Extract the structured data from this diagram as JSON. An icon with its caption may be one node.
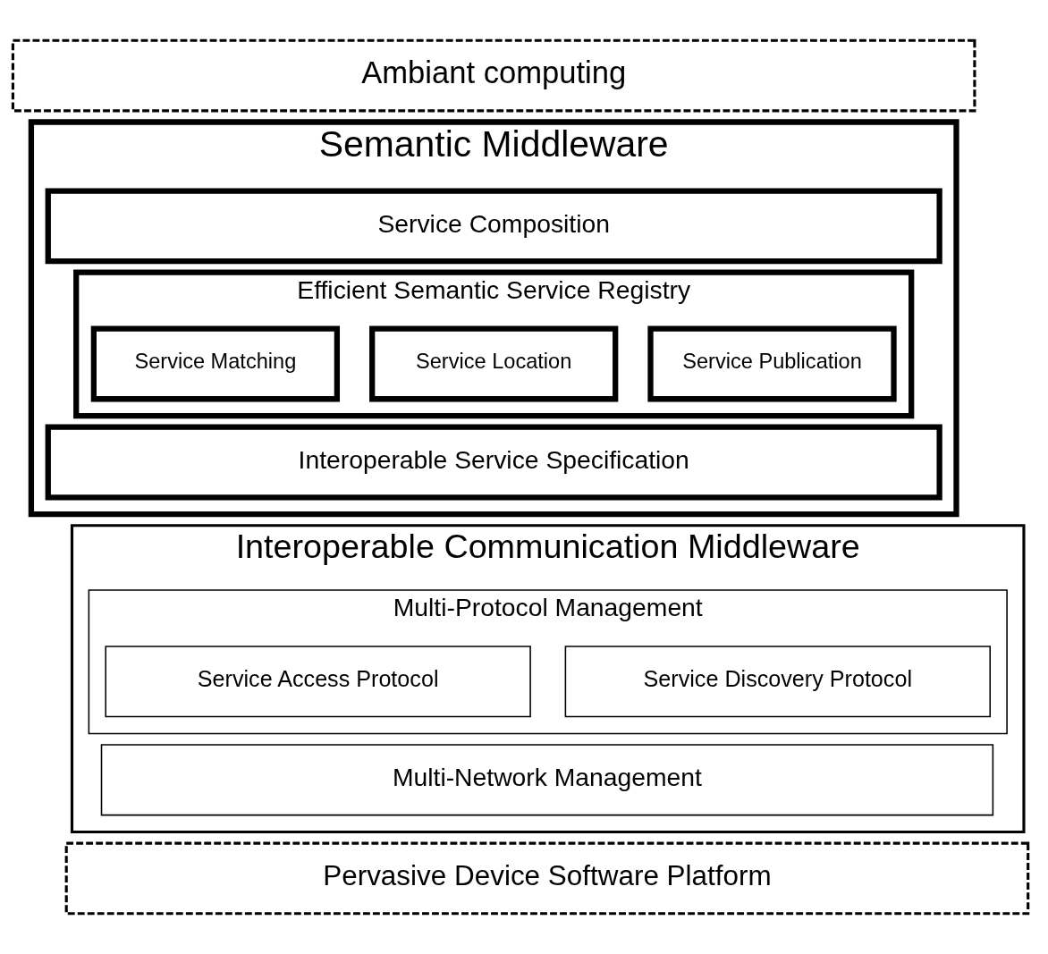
{
  "diagram": {
    "nodes": [
      {
        "text": [
          "Ambiant computing"
        ]
      },
      {
        "text": [
          "Semantic Middleware"
        ]
      },
      {
        "text": [
          "Service Composition"
        ],
        "in": 1
      },
      {
        "text": [
          "Efficient Semantic Service Registry"
        ],
        "in": 1
      },
      {
        "text": [
          "Service Publication"
        ],
        "in": 3
      },
      {
        "text": [
          "Service Location"
        ],
        "in": 3
      },
      {
        "text": [
          "Service Matching"
        ],
        "in": 3
      },
      {
        "text": [
          "Interoperable Service Specification"
        ],
        "in": 1
      },
      {
        "text": [
          "Interoperable Communication Middleware"
        ]
      },
      {
        "text": [
          "Multi-Protocol Management"
        ],
        "in": 8
      },
      {
        "text": [
          "Service Discovery Protocol"
        ],
        "in": 9
      },
      {
        "text": [
          "Service Access Protocol"
        ],
        "in": 9
      },
      {
        "text": [
          "Multi-Network Management"
        ],
        "in": 8
      },
      {
        "text": [
          "Pervasive Device Software Platform"
        ]
      }
    ],
    "edges": []
  }
}
